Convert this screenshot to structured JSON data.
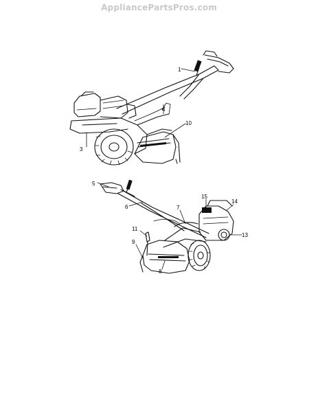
{
  "watermark": "AppliancePartsPros.com",
  "diagram_top": {
    "callouts": [
      "1",
      "3",
      "4",
      "10"
    ]
  },
  "diagram_bottom": {
    "callouts": [
      "5",
      "6",
      "7",
      "8",
      "9",
      "11",
      "13",
      "14",
      "15"
    ]
  },
  "colors": {
    "ink": "#111111",
    "watermark": "#c9c9c9",
    "background": "#ffffff"
  }
}
